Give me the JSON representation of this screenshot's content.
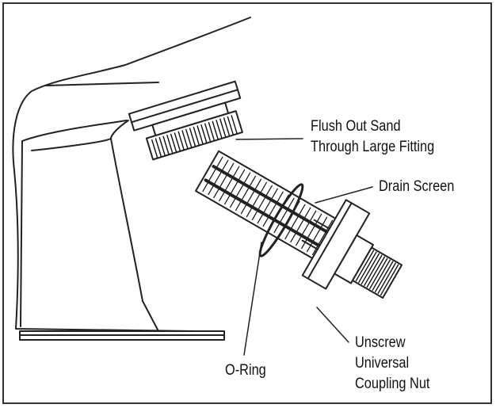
{
  "labels": {
    "flush_line1": "Flush Out Sand",
    "flush_line2": "Through Large Fitting",
    "drain_screen": "Drain Screen",
    "o_ring": "O-Ring",
    "unscrew_line1": "Unscrew",
    "unscrew_line2": "Universal",
    "unscrew_line3": "Coupling Nut"
  }
}
